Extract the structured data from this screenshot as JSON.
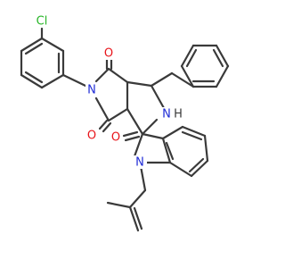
{
  "labels": {
    "cl": "Cl",
    "n_imide": "N",
    "o_top": "O",
    "o_bottom": "O",
    "nh": "N",
    "h": "H",
    "o_oxindole": "O",
    "n_indole": "N"
  },
  "colors": {
    "bond": "#3a3a3a",
    "nitrogen": "#1f2bd6",
    "oxygen": "#e8141a",
    "chlorine": "#27b527"
  }
}
